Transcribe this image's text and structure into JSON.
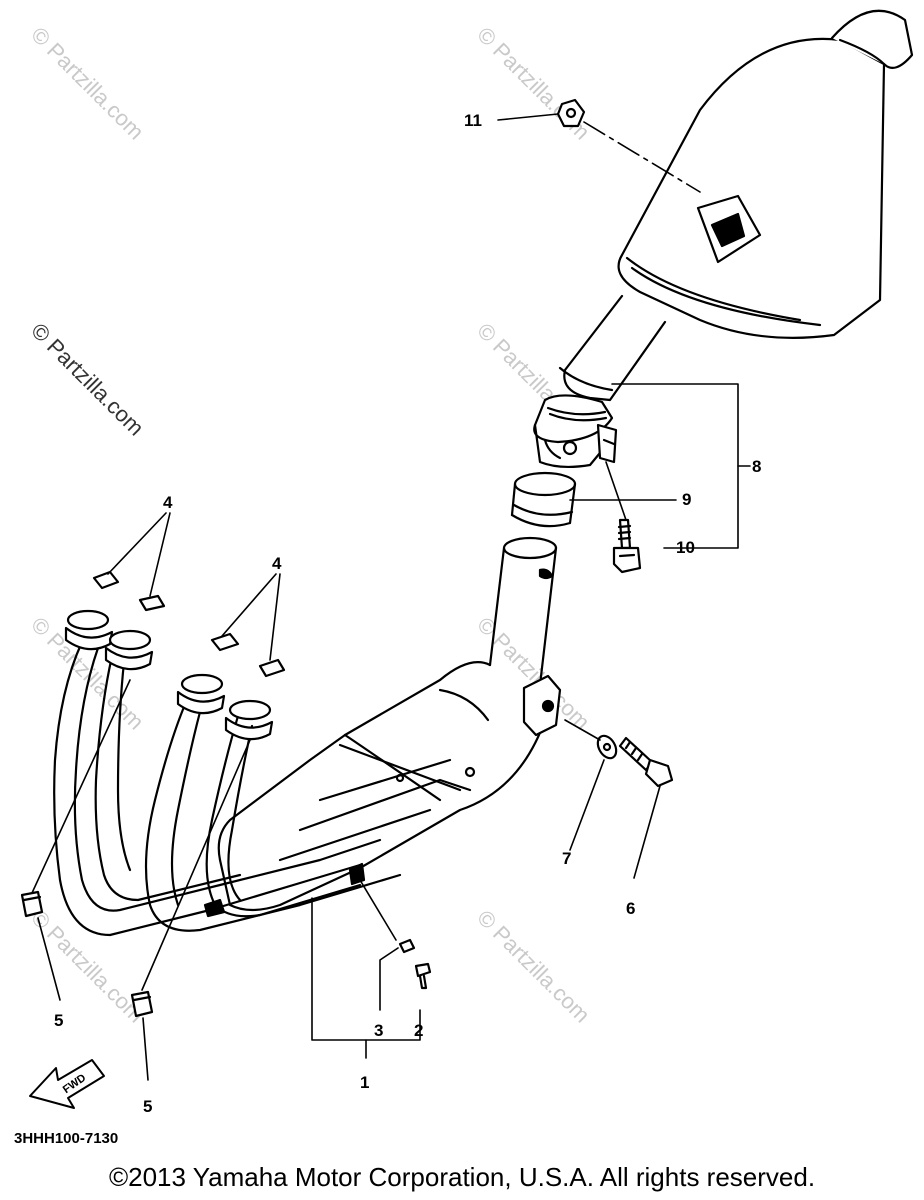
{
  "callouts": {
    "c1": "1",
    "c2": "2",
    "c3": "3",
    "c4a": "4",
    "c4b": "4",
    "c5a": "5",
    "c5b": "5",
    "c6": "6",
    "c7": "7",
    "c8": "8",
    "c9": "9",
    "c10": "10",
    "c11": "11"
  },
  "watermark": "© Partzilla.com",
  "direction_label": "FWD",
  "diagram_code": "3HHH100-7130",
  "copyright": "©2013  Yamaha Motor Corporation, U.S.A. All rights reserved.",
  "colors": {
    "ink": "#000000",
    "background": "#ffffff",
    "watermark": "#c9c9c9"
  }
}
